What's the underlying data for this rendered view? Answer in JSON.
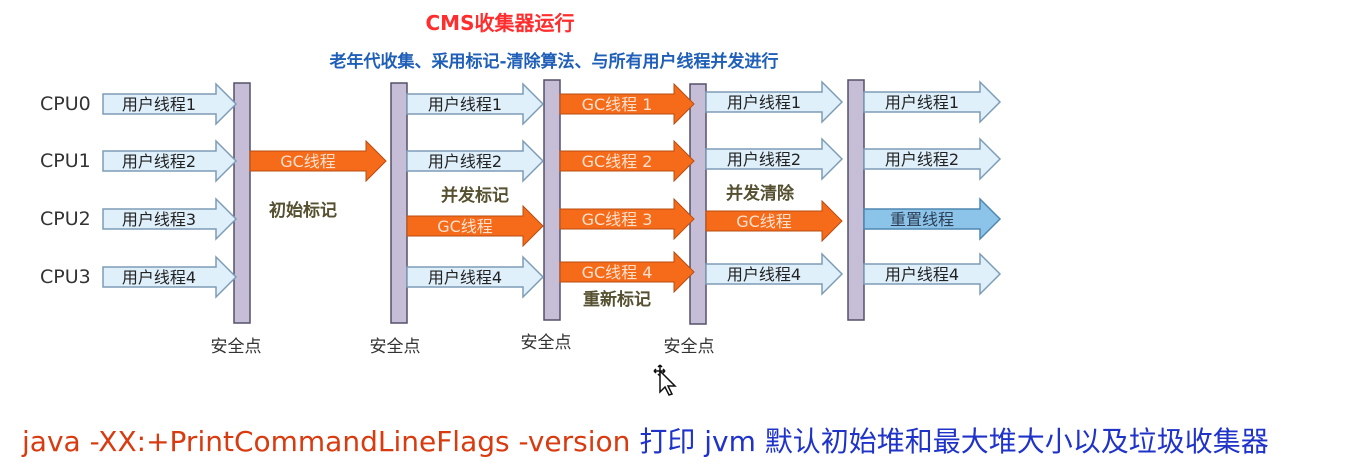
{
  "title": "CMS收集器运行",
  "subtitle": "老年代收集、采用标记-清除算法、与所有用户线程并发进行",
  "cpus": [
    "CPU0",
    "CPU1",
    "CPU2",
    "CPU3"
  ],
  "threads": {
    "user": [
      "用户线程1",
      "用户线程2",
      "用户线程3",
      "用户线程4"
    ],
    "gc": "GC线程",
    "gc_numbered": [
      "GC线程 1",
      "GC线程 2",
      "GC线程 3",
      "GC线程 4"
    ],
    "reset": "重置线程"
  },
  "phases": {
    "initial_mark": "初始标记",
    "concurrent_mark": "并发标记",
    "remark": "重新标记",
    "concurrent_sweep": "并发清除"
  },
  "safepoint": "安全点",
  "command": {
    "cmd": "java -XX:+PrintCommandLineFlags -version",
    "desc": "打印 jvm 默认初始堆和最大堆大小以及垃圾收集器"
  },
  "colors": {
    "user_arrow": "#dff0fb",
    "gc_arrow": "#f56b1a",
    "reset_arrow": "#8bc4e8",
    "safepoint_bar": "#c6bdd6",
    "title": "#ff2d2d",
    "subtitle": "#1f5fb8",
    "command": "#d93b10",
    "description": "#1f33c9"
  }
}
